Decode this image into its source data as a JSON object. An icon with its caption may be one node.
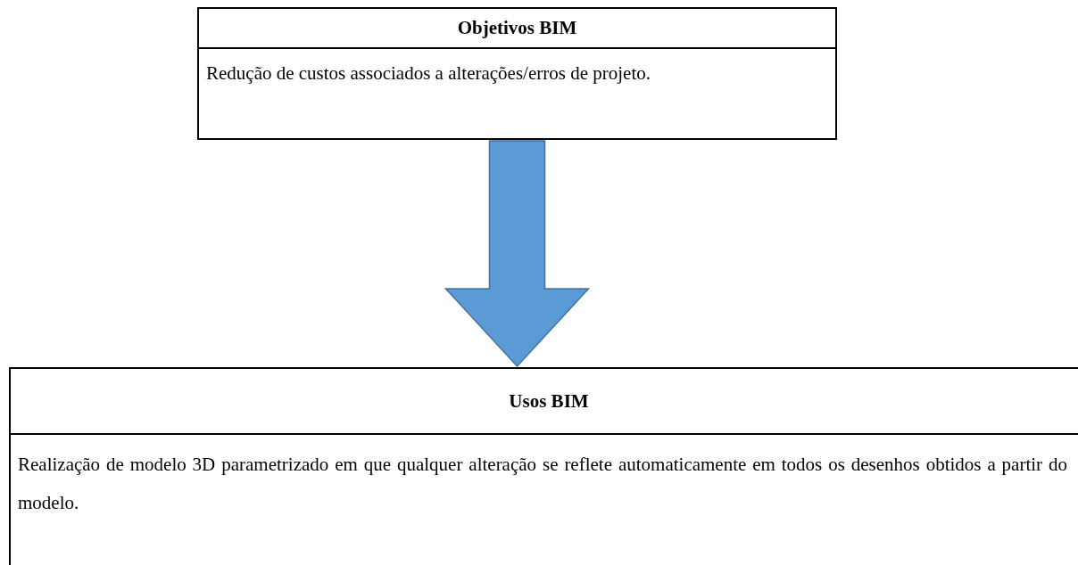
{
  "diagram": {
    "nodes": [
      {
        "text": [
          "Objetivos BIM",
          "Redução de custos associados a alterações/erros de projeto."
        ]
      },
      {
        "text": [
          "Usos BIM",
          "Realização de modelo 3D parametrizado em que qualquer alteração se reflete automaticamente em todos os desenhos obtidos a partir do modelo."
        ]
      }
    ],
    "edges": [
      {
        "from": 0,
        "to": 1,
        "arrow": "to"
      }
    ]
  }
}
